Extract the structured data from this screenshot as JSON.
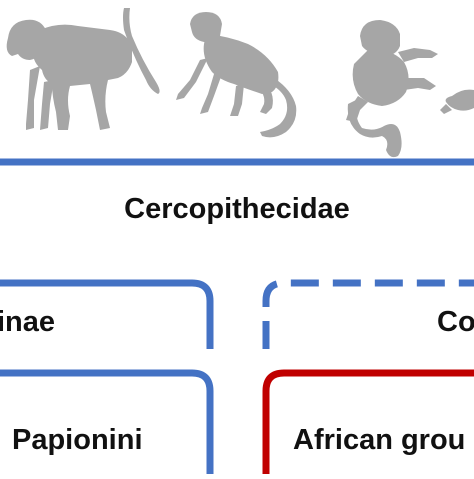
{
  "family": {
    "label": "Cercopithecidae"
  },
  "subfamilies": [
    {
      "label": "inae"
    },
    {
      "label": "Co"
    }
  ],
  "tribes": [
    {
      "label": "Papionini"
    },
    {
      "label": "African grou"
    }
  ],
  "silhouettes": [
    {
      "icon": "baboon-silhouette-icon"
    },
    {
      "icon": "long-tailed-monkey-silhouette-icon"
    },
    {
      "icon": "colobus-monkey-silhouette-icon"
    },
    {
      "icon": "partial-monkey-silhouette-icon"
    }
  ],
  "colors": {
    "silhouette": "#a6a6a6",
    "blue_line": "#4472c4",
    "red_line": "#c00000",
    "text": "#111111"
  }
}
